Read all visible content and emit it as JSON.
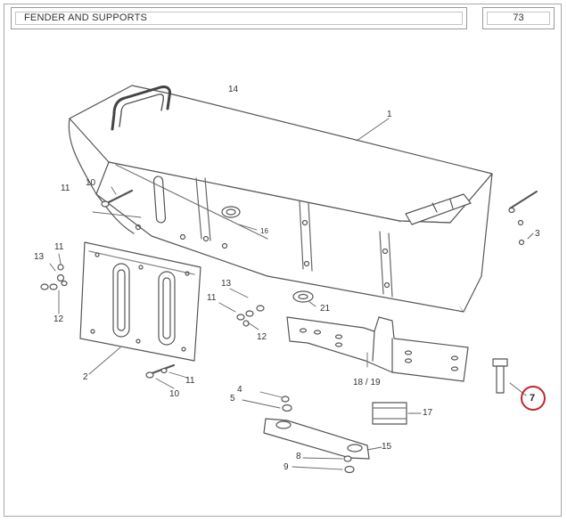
{
  "header": {
    "title": "FENDER AND SUPPORTS",
    "page_number": "73"
  },
  "callouts": {
    "c14": "14",
    "c1": "1",
    "c10a": "10",
    "c11a": "11",
    "c16": "16",
    "c3": "3",
    "c11b": "11",
    "c13a": "13",
    "c12a": "12",
    "c13b": "13",
    "c11c": "11",
    "c12b": "12",
    "c21": "21",
    "c2": "2",
    "c11d": "11",
    "c10b": "10",
    "c18_19": "18 / 19",
    "c7": "7",
    "c4": "4",
    "c5": "5",
    "c17": "17",
    "c15": "15",
    "c8": "8",
    "c9": "9"
  },
  "highlight": {
    "item": "7",
    "color": "#c0262a"
  }
}
